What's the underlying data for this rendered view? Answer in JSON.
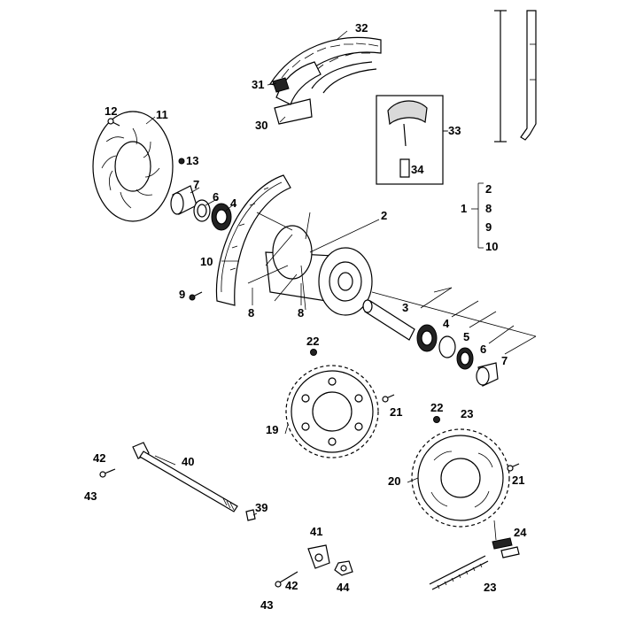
{
  "labels": {
    "n1": "1",
    "n2": "2",
    "n3": "3",
    "n4": "4",
    "n5": "5",
    "n6": "6",
    "n7": "7",
    "n8": "8",
    "n9": "9",
    "n10": "10",
    "n11": "11",
    "n12": "12",
    "n13": "13",
    "n19": "19",
    "n20": "20",
    "n21": "21",
    "n22": "22",
    "n23": "23",
    "n24": "24",
    "n30": "30",
    "n31": "31",
    "n32": "32",
    "n33": "33",
    "n34": "34",
    "n39": "39",
    "n40": "40",
    "n41": "41",
    "n42": "42",
    "n43": "43",
    "n44": "44"
  },
  "kit_list": [
    "2",
    "8",
    "9",
    "10"
  ]
}
